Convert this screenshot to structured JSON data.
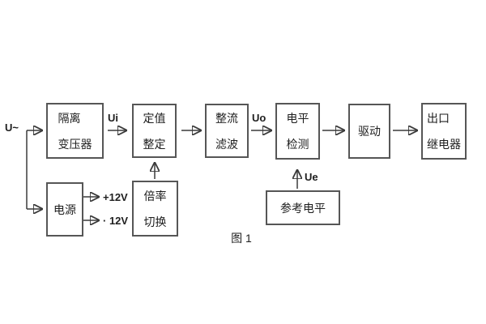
{
  "diagram": {
    "caption": "图 1",
    "input_label": "U~",
    "signals": {
      "ui": "Ui",
      "uo": "Uo",
      "ue": "Ue"
    },
    "power_outputs": {
      "plus": "+12V",
      "minus": "· 12V"
    },
    "blocks": {
      "isolation_transformer": {
        "line1": "隔离",
        "line2": "变压器"
      },
      "setting": {
        "line1": "定值",
        "line2": "整定"
      },
      "rectifier_filter": {
        "line1": "整流",
        "line2": "滤波"
      },
      "level_detection": {
        "line1": "电平",
        "line2": "检测"
      },
      "drive": {
        "line1": "驱动"
      },
      "output_relay": {
        "line1": "出口",
        "line2": "继电器"
      },
      "power": {
        "line1": "电源"
      },
      "multiplier_switch": {
        "line1": "倍率",
        "line2": "切换"
      },
      "reference_level": {
        "line1": "参考电平"
      }
    },
    "colors": {
      "background": "#ffffff",
      "line": "#3a3a3a",
      "border": "#565656",
      "text": "#1e1e1e"
    }
  }
}
